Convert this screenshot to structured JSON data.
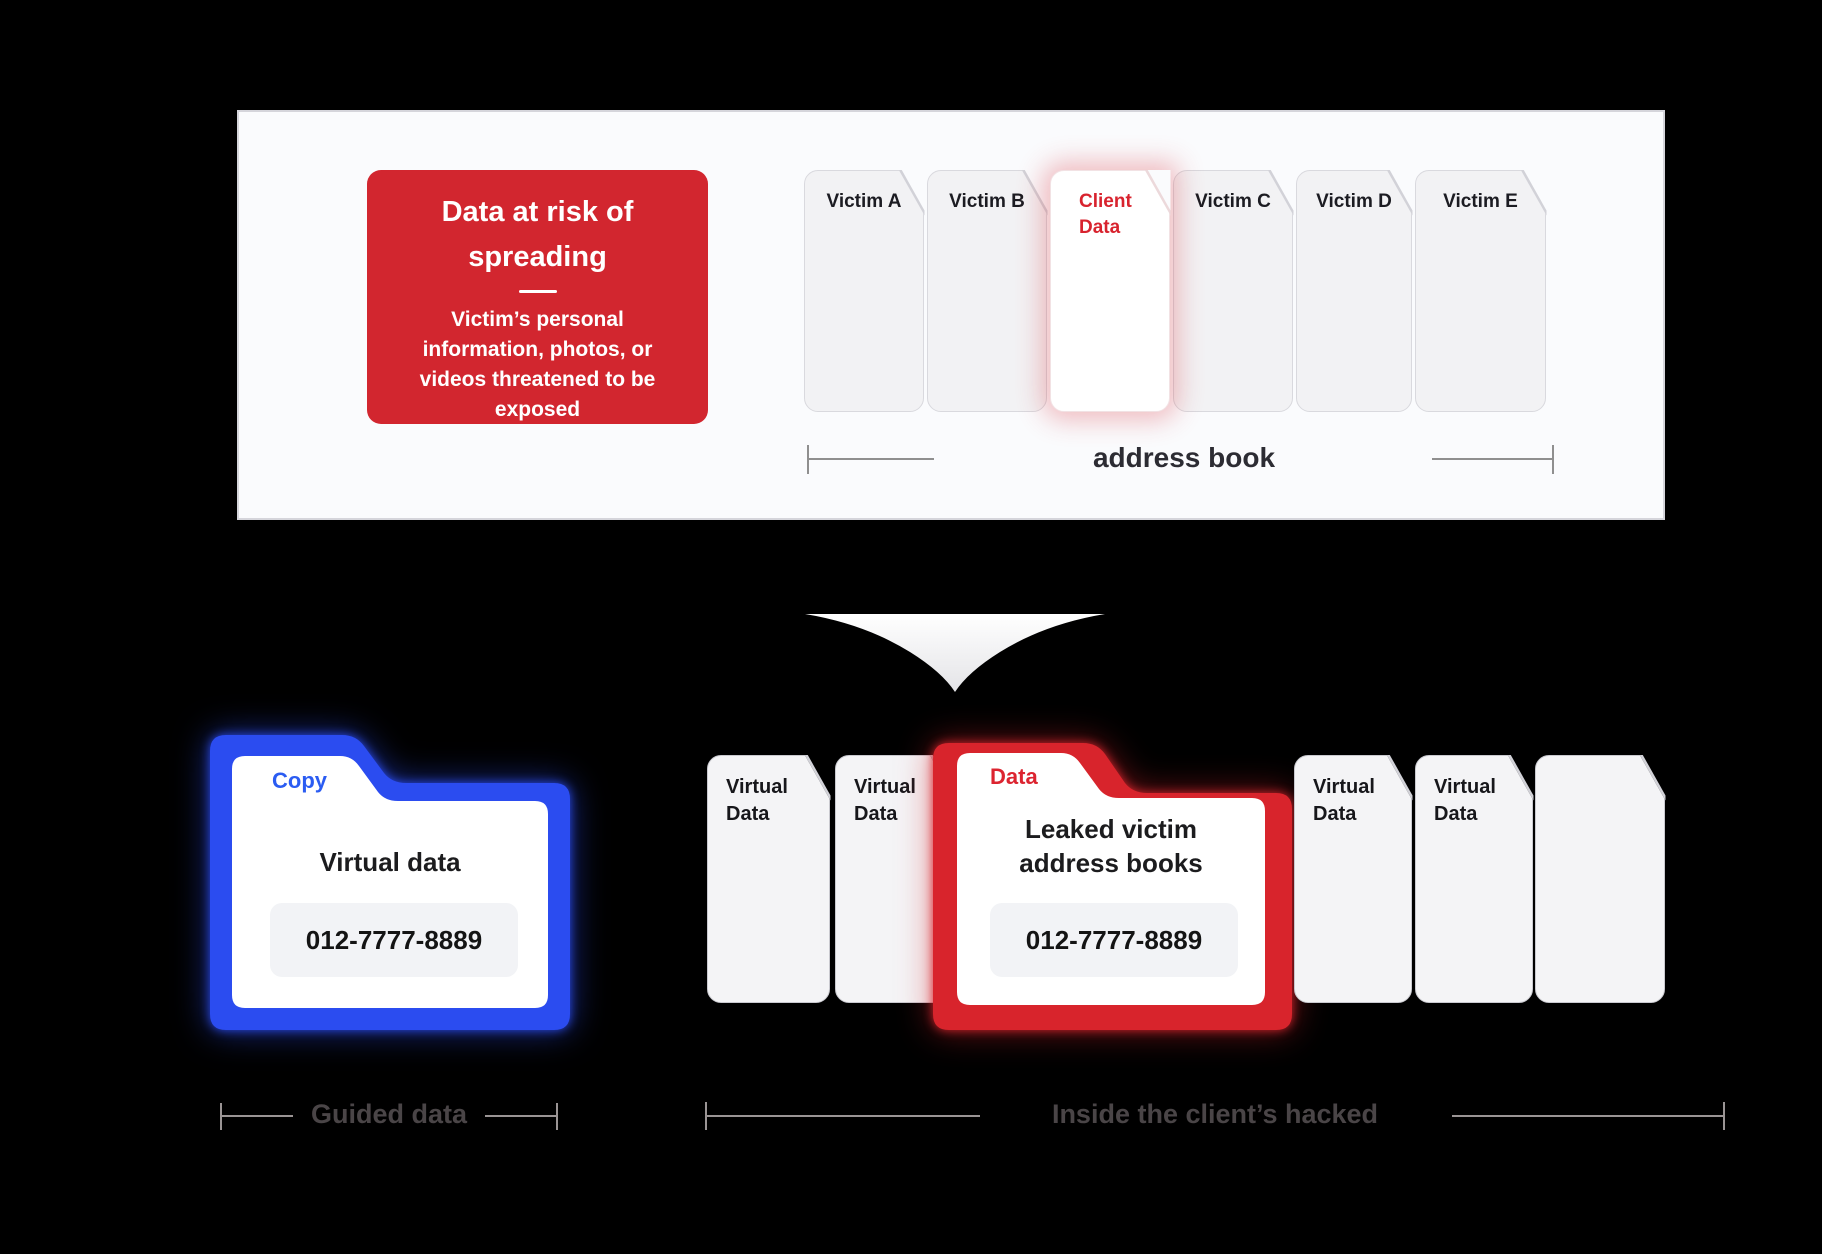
{
  "colors": {
    "accent_red": "#d2262f",
    "accent_blue": "#2b4cf0",
    "panel_bg": "#fafbfd",
    "card_bg": "#f2f2f4",
    "background": "#000000"
  },
  "top_panel": {
    "risk_box": {
      "title": "Data at risk of spreading",
      "body": "Victim’s personal information, photos, or videos threatened to be exposed"
    },
    "cards": [
      {
        "label": "Victim A",
        "highlight": false
      },
      {
        "label": "Victim B",
        "highlight": false
      },
      {
        "label": "Client Data",
        "highlight": true
      },
      {
        "label": "Victim C",
        "highlight": false
      },
      {
        "label": "Victim D",
        "highlight": false
      },
      {
        "label": "Victim E",
        "highlight": false
      }
    ],
    "bracket_label": "address book"
  },
  "copy_folder": {
    "tab": "Copy",
    "title": "Virtual data",
    "number": "012-7777-8889"
  },
  "leak_folder": {
    "tab": "Data",
    "title": "Leaked victim address books",
    "number": "012-7777-8889"
  },
  "virtual_cards": [
    {
      "label": "Virtual Data"
    },
    {
      "label": "Virtual Data"
    },
    {
      "label": "Virtual Data"
    },
    {
      "label": "Virtual Data"
    },
    {
      "label": ""
    }
  ],
  "bottom_labels": {
    "left": "Guided data",
    "right": "Inside the client’s hacked"
  }
}
